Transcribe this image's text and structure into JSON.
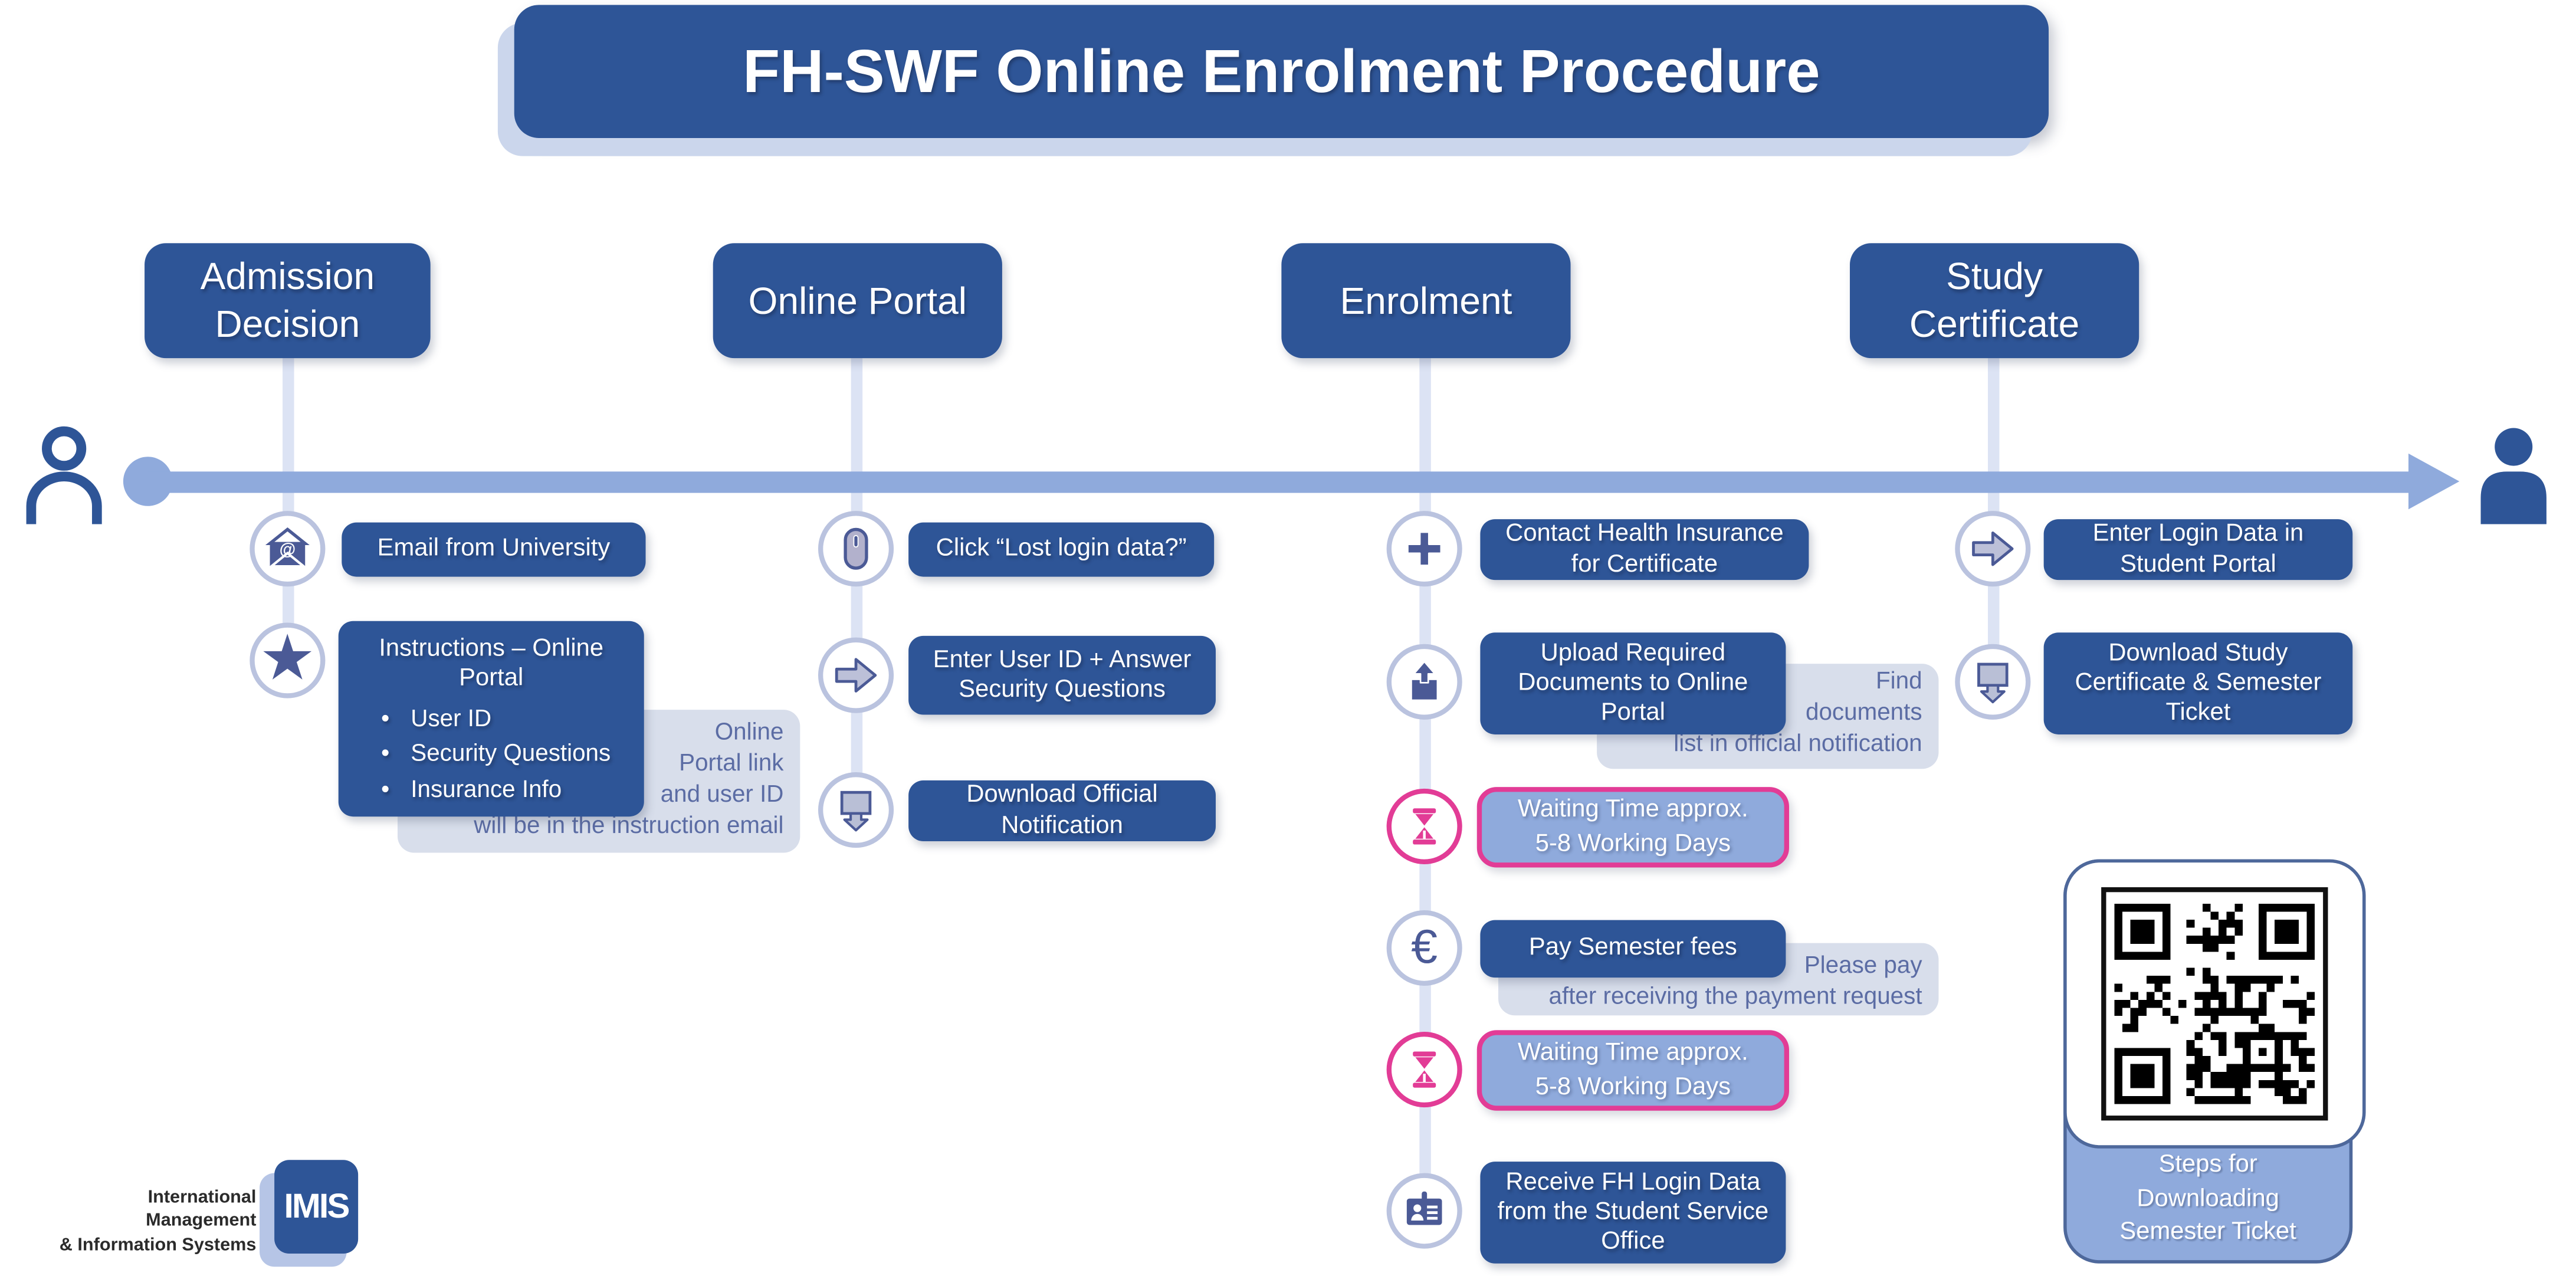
{
  "title": "FH-SWF Online Enrolment Procedure",
  "colors": {
    "primary_blue": "#2E5597",
    "timeline_blue": "#8FAADC",
    "column_line": "#DCE3F4",
    "note_bg": "#D8DEEB",
    "note_text": "#5B6CA4",
    "accent_pink": "#E23C96",
    "icon_blue": "#4B5A96",
    "title_shadow": "#CBD6EC",
    "qr_border": "#4E689B"
  },
  "icons": {
    "star_glyph": "★",
    "euro_glyph": "€"
  },
  "columns": {
    "admission": {
      "header": "Admission Decision",
      "items": {
        "email": "Email from University",
        "instructions_title": "Instructions – Online Portal",
        "bullets": {
          "b1": "User ID",
          "b2": "Security Questions",
          "b3": "Insurance Info"
        }
      },
      "note": {
        "l1": "Online",
        "l2": "Portal  link",
        "l3": "and user ID",
        "l4": "will be in the instruction email"
      }
    },
    "online_portal": {
      "header": "Online Portal",
      "items": {
        "lost_login": "Click “Lost login data?”",
        "enter_user": "Enter User ID + Answer Security Questions",
        "download_notification": "Download Official Notification"
      }
    },
    "enrolment": {
      "header": "Enrolment",
      "items": {
        "health": "Contact Health Insurance for Certificate",
        "upload": "Upload Required Documents to Online Portal",
        "waiting1": {
          "l1": "Waiting Time approx.",
          "l2": "5-8 Working Days"
        },
        "pay": "Pay Semester fees",
        "waiting2": {
          "l1": "Waiting Time approx.",
          "l2": "5-8 Working Days"
        },
        "receive": "Receive FH Login Data from the Student Service Office"
      },
      "note_find": {
        "l1": "Find",
        "l2": "documents",
        "l3": "list in official notification"
      },
      "note_pay": {
        "l1": "Please pay",
        "l2": "after receiving the payment request"
      }
    },
    "study_certificate": {
      "header": "Study Certificate",
      "items": {
        "enter_login": "Enter Login Data in Student Portal",
        "download_cert": "Download Study Certificate & Semester Ticket"
      }
    }
  },
  "qr": {
    "caption": {
      "l1": "Steps for",
      "l2": "Downloading",
      "l3": "Semester Ticket"
    }
  },
  "branding": {
    "line1": "International Management",
    "line2": "& Information Systems",
    "logo_text": "IMIS"
  }
}
